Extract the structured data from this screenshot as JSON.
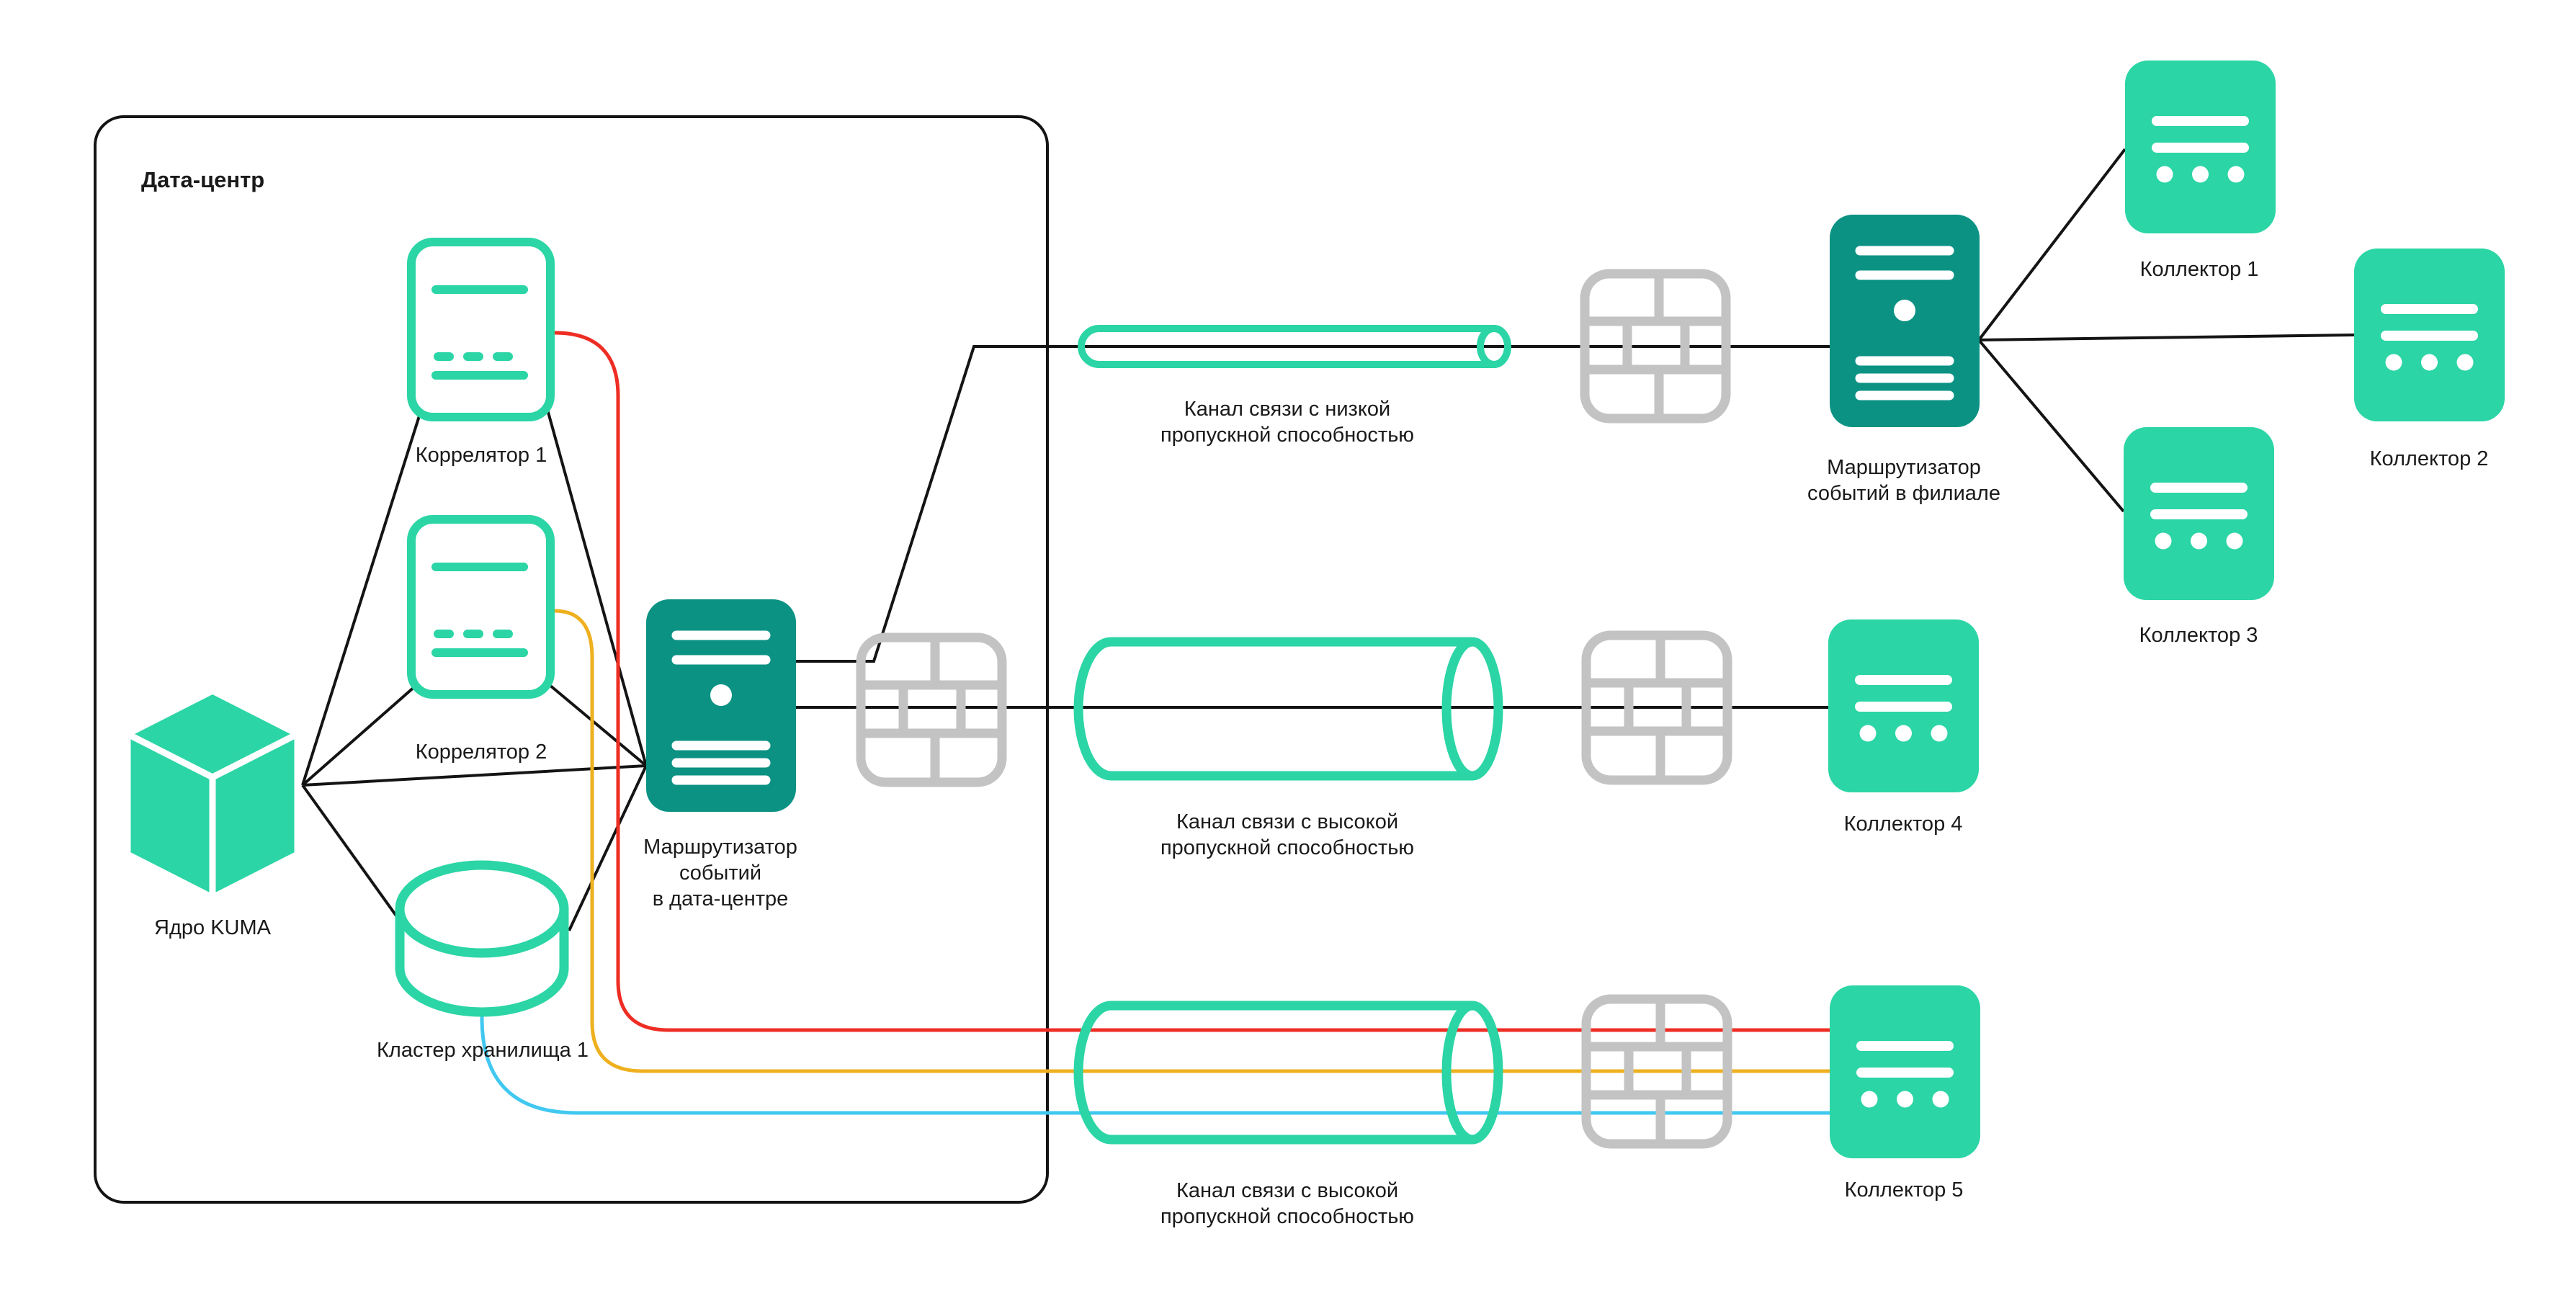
{
  "colors": {
    "teal": "#2bd5a5",
    "teal_dark": "#0b9283",
    "gray": "#c3c3c3",
    "red": "#ee2d24",
    "yellow": "#eeb01e",
    "cyan": "#41c8f0",
    "line": "#141414",
    "text": "#1a1a1a",
    "bg": "#ffffff"
  },
  "datacenter": {
    "label": "Дата-центр"
  },
  "nodes": {
    "kuma_core": {
      "icon": "cube-icon",
      "label": "Ядро KUMA"
    },
    "correlator_1": {
      "icon": "document-icon",
      "label": "Коррелятор 1"
    },
    "correlator_2": {
      "icon": "document-icon",
      "label": "Коррелятор 2"
    },
    "storage_cluster": {
      "icon": "database-icon",
      "label": "Кластер хранилища 1"
    },
    "dc_router": {
      "icon": "server-icon",
      "label": [
        "Маршрутизатор",
        "событий",
        "в дата-центре"
      ]
    },
    "branch_router": {
      "icon": "server-icon",
      "label": [
        "Маршрутизатор",
        "событий в филиале"
      ]
    },
    "channel_low": {
      "icon": "pipe-icon",
      "label": [
        "Канал связи с низкой",
        "пропускной способностью"
      ]
    },
    "channel_high_1": {
      "icon": "cylinder-icon",
      "label": [
        "Канал связи с высокой",
        "пропускной способностью"
      ]
    },
    "channel_high_2": {
      "icon": "cylinder-icon",
      "label": [
        "Канал связи с высокой",
        "пропускной способностью"
      ]
    },
    "firewall_dc": {
      "icon": "firewall-icon"
    },
    "firewall_top": {
      "icon": "firewall-icon"
    },
    "firewall_mid": {
      "icon": "firewall-icon"
    },
    "firewall_bottom": {
      "icon": "firewall-icon"
    },
    "collector_1": {
      "icon": "collector-icon",
      "label": "Коллектор 1"
    },
    "collector_2": {
      "icon": "collector-icon",
      "label": "Коллектор 2"
    },
    "collector_3": {
      "icon": "collector-icon",
      "label": "Коллектор 3"
    },
    "collector_4": {
      "icon": "collector-icon",
      "label": "Коллектор 4"
    },
    "collector_5": {
      "icon": "collector-icon",
      "label": "Коллектор 5"
    }
  }
}
